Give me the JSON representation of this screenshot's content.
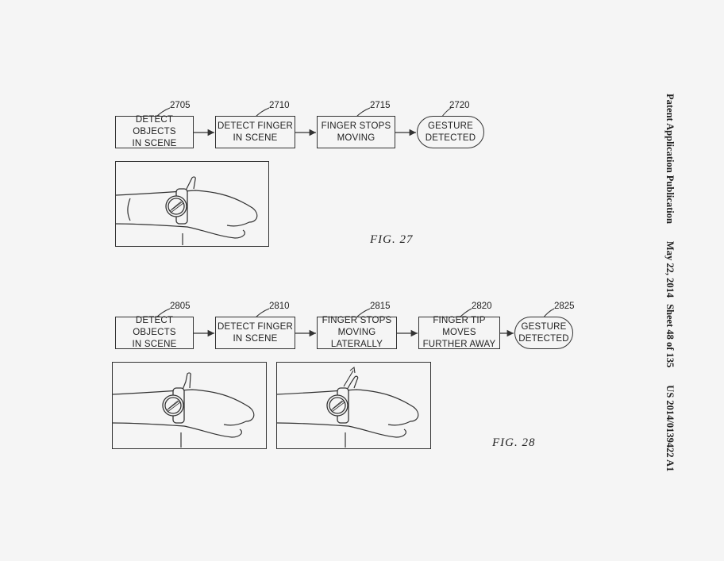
{
  "header": {
    "publication": "Patent Application Publication",
    "date": "May 22, 2014",
    "sheet": "Sheet 48 of 135",
    "number": "US 2014/0139422 A1"
  },
  "fig27": {
    "label": "FIG.  27",
    "steps": [
      {
        "ref": "2705",
        "text": "DETECT OBJECTS\nIN SCENE"
      },
      {
        "ref": "2710",
        "text": "DETECT FINGER\nIN SCENE"
      },
      {
        "ref": "2715",
        "text": "FINGER STOPS\nMOVING"
      },
      {
        "ref": "2720",
        "text": "GESTURE\nDETECTED"
      }
    ]
  },
  "fig28": {
    "label": "FIG.  28",
    "steps": [
      {
        "ref": "2805",
        "text": "DETECT OBJECTS\nIN SCENE"
      },
      {
        "ref": "2810",
        "text": "DETECT FINGER\nIN SCENE"
      },
      {
        "ref": "2815",
        "text": "FINGER STOPS\nMOVING LATERALLY"
      },
      {
        "ref": "2820",
        "text": "FINGER TIP MOVES\nFURTHER AWAY"
      },
      {
        "ref": "2825",
        "text": "GESTURE\nDETECTED"
      }
    ]
  },
  "icons": {
    "wrist_scene": "arm-with-smartwatch-icon",
    "motion_arrow": "finger-motion-arrow-icon"
  }
}
